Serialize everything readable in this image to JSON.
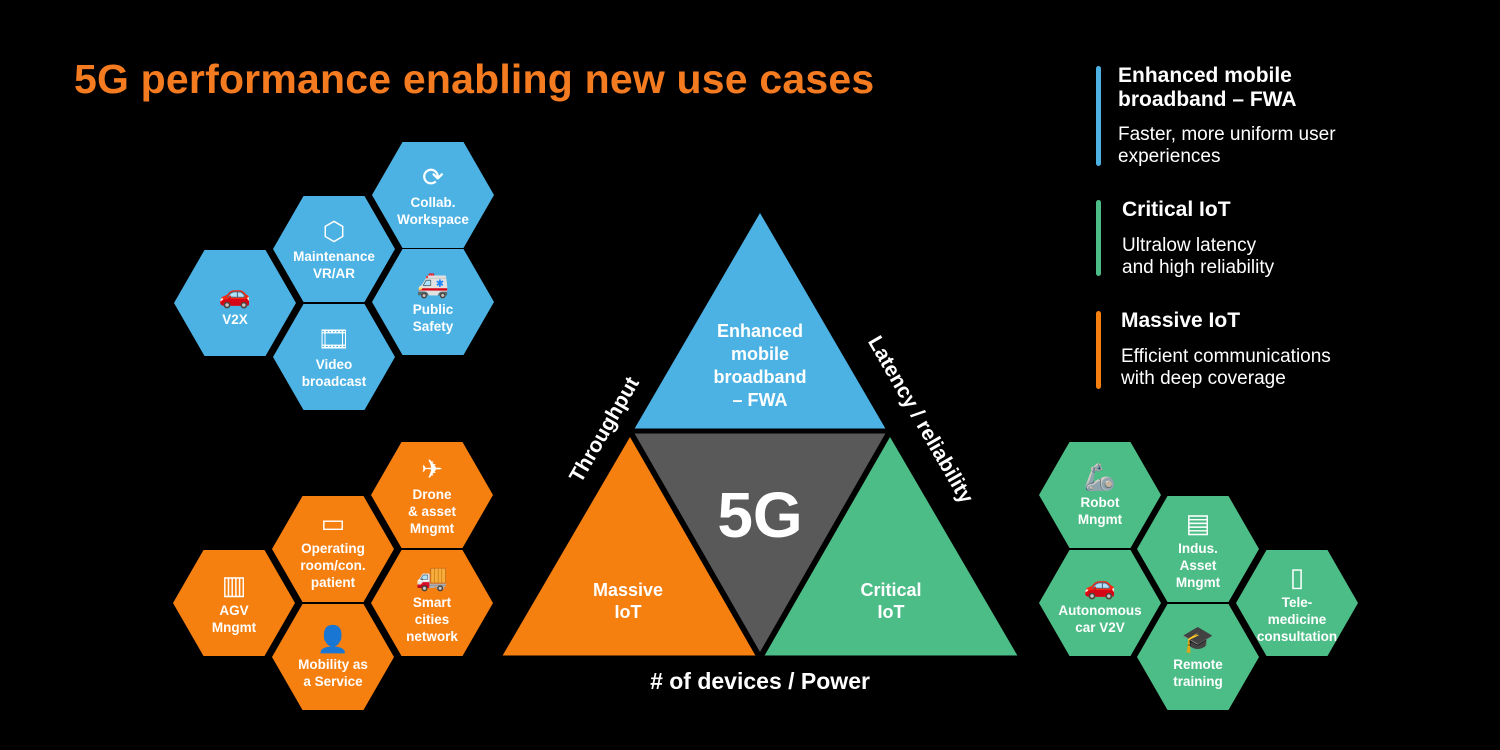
{
  "title": "5G performance enabling new use cases",
  "colors": {
    "blue": "#4cb2e4",
    "orange": "#f57f0f",
    "green": "#4dbd87",
    "gray": "#595959",
    "title": "#f47b20"
  },
  "blue_hexes": [
    {
      "label": "V2X",
      "icon": "connected-cars-icon",
      "glyph": "🚗"
    },
    {
      "label": "Maintenance\nVR/AR",
      "icon": "vr-cube-icon",
      "glyph": "⬡"
    },
    {
      "label": "Collab.\nWorkspace",
      "icon": "sync-icon",
      "glyph": "⟳"
    },
    {
      "label": "Public\nSafety",
      "icon": "ambulance-icon",
      "glyph": "🚑"
    },
    {
      "label": "Video\nbroadcast",
      "icon": "video-film-icon",
      "glyph": "🎞"
    }
  ],
  "orange_hexes": [
    {
      "label": "Drone\n& asset\nMngmt",
      "icon": "drone-icon",
      "glyph": "✈"
    },
    {
      "label": "Operating\nroom/con.\npatient",
      "icon": "vr-headset-icon",
      "glyph": "▭"
    },
    {
      "label": "Smart\ncities\nnetwork",
      "icon": "truck-icon",
      "glyph": "🚚"
    },
    {
      "label": "AGV\nMngmt",
      "icon": "agv-icon",
      "glyph": "▥"
    },
    {
      "label": "Mobility as\na Service",
      "icon": "person-gear-icon",
      "glyph": "👤"
    }
  ],
  "green_hexes": [
    {
      "label": "Robot\nMngmt",
      "icon": "robot-arm-icon",
      "glyph": "🦾"
    },
    {
      "label": "Indus.\nAsset\nMngmt",
      "icon": "industrial-device-icon",
      "glyph": "▤"
    },
    {
      "label": "Autonomous\ncar V2V",
      "icon": "car-signal-icon",
      "glyph": "🚗"
    },
    {
      "label": "Tele-\nmedicine\nconsultation",
      "icon": "tablet-doctor-icon",
      "glyph": "▯"
    },
    {
      "label": "Remote\ntraining",
      "icon": "tablet-graduate-icon",
      "glyph": "🎓"
    }
  ],
  "triangle": {
    "center": "5G",
    "top": "Enhanced\nmobile\nbroadband\n– FWA",
    "left": "Massive\nIoT",
    "right": "Critical\nIoT",
    "axis_left": "Throughput",
    "axis_right": "Latency / reliability",
    "axis_bottom": "# of devices / Power"
  },
  "legend": [
    {
      "heading": "Enhanced mobile\nbroadband – FWA",
      "desc": "Faster, more uniform user\nexperiences",
      "color": "#4cb2e4"
    },
    {
      "heading": "Critical IoT",
      "desc": "Ultralow latency\nand high reliability",
      "color": "#4dbd87"
    },
    {
      "heading": "Massive IoT",
      "desc": "Efficient communications\nwith deep coverage",
      "color": "#f57f0f"
    }
  ]
}
